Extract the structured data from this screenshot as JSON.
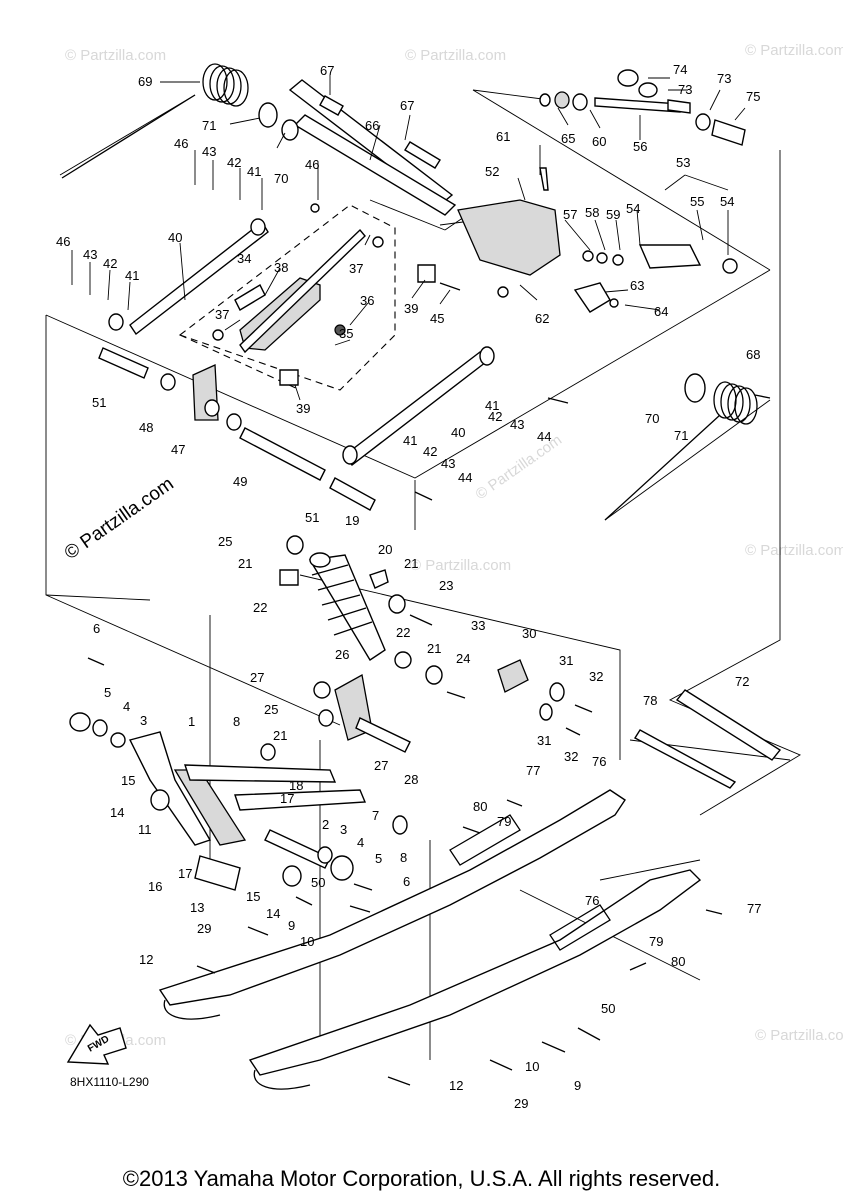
{
  "watermark": "© Partzilla.com",
  "watermark_main": "© Partzilla.com",
  "diagram_code": "8HX1110-L290",
  "fwd_label": "FWD",
  "copyright": "©2013 Yamaha Motor Corporation, U.S.A. All rights reserved.",
  "callouts": [
    "1",
    "2",
    "3",
    "4",
    "5",
    "6",
    "7",
    "8",
    "9",
    "10",
    "11",
    "12",
    "13",
    "14",
    "15",
    "16",
    "17",
    "18",
    "19",
    "20",
    "21",
    "22",
    "23",
    "24",
    "25",
    "26",
    "27",
    "28",
    "29",
    "30",
    "31",
    "32",
    "33",
    "34",
    "35",
    "36",
    "37",
    "38",
    "39",
    "40",
    "41",
    "42",
    "43",
    "44",
    "45",
    "46",
    "47",
    "48",
    "49",
    "50",
    "51",
    "52",
    "53",
    "54",
    "55",
    "56",
    "57",
    "58",
    "59",
    "60",
    "61",
    "62",
    "63",
    "64",
    "65",
    "66",
    "67",
    "68",
    "69",
    "70",
    "71",
    "72",
    "73",
    "74",
    "75",
    "76",
    "77",
    "78",
    "79",
    "80"
  ]
}
